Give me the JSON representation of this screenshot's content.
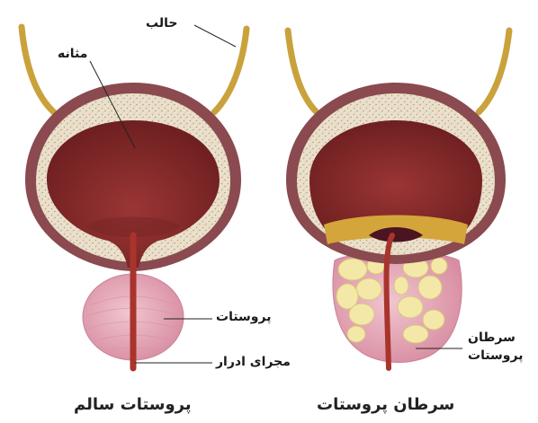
{
  "labels": {
    "ureter": "حالب",
    "bladder": "مثانه",
    "prostate": "پروستات",
    "urethra": "مجرای ادرار",
    "cancer_line1": "سرطان",
    "cancer_line2": "پروستات"
  },
  "captions": {
    "healthy": "پروستات سالم",
    "cancer": "سرطان پروستات"
  },
  "colors": {
    "bladder_wall": "#8a4a4f",
    "bladder_inner": "#8e2a2a",
    "bladder_tissue": "#e9ddc6",
    "ureter": "#c9a23c",
    "prostate": "#e6a8b8",
    "tumor": "#f2e6a4",
    "urethra": "#a8342c"
  }
}
